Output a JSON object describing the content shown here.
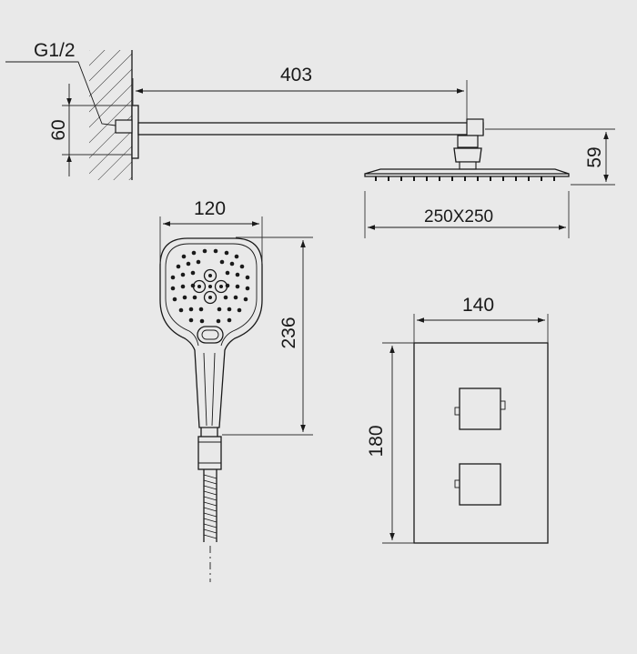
{
  "thread_label": "G1/2",
  "dimensions": {
    "arm_length": "403",
    "wall_height": "60",
    "head_drop": "59",
    "head_size": "250X250",
    "handset_width": "120",
    "handset_length": "236",
    "plate_width": "140",
    "plate_height": "180"
  },
  "colors": {
    "background": "#e9e9e9",
    "line": "#1a1a1a"
  }
}
